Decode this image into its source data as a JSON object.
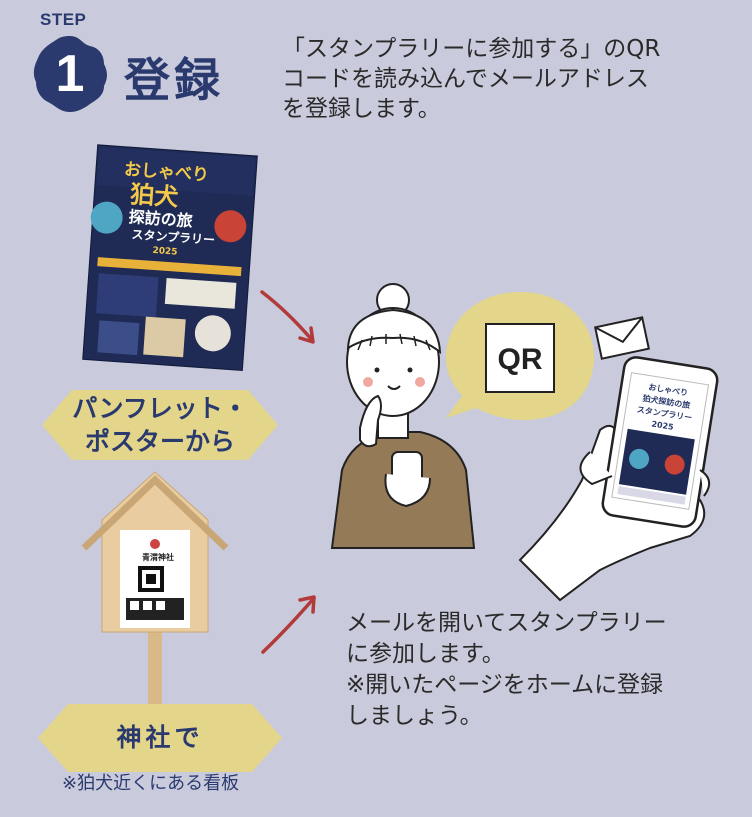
{
  "step": {
    "label": "STEP",
    "number": "1",
    "title": "登録"
  },
  "intro": {
    "lines": [
      "「スタンプラリーに参加する」のQR",
      "コードを読み込んでメールアドレス",
      "を登録します。"
    ]
  },
  "poster": {
    "lines": [
      "おしゃべり",
      "狛犬",
      "探訪の旅",
      "スタンプラリー",
      "2025"
    ]
  },
  "sources": {
    "pamphlet_lines": [
      "パンフレット・",
      "ポスターから"
    ],
    "shrine_label": "神社で",
    "shrine_note": "※狛犬近くにある看板"
  },
  "sign": {
    "shrine_name": "青渭神社"
  },
  "speech": {
    "qr": "QR"
  },
  "phone_screen": {
    "lines": [
      "おしゃべり",
      "狛犬探訪の旅",
      "スタンプラリー",
      "2025"
    ]
  },
  "instruction": {
    "lines": [
      "メールを開いてスタンプラリー",
      "に参加します。",
      "※開いたページをホームに登録",
      "しましょう。"
    ]
  },
  "colors": {
    "background": "#c9cbdc",
    "navy": "#2b3a6e",
    "gold": "#e3d58a",
    "arrow_red": "#b23a3a",
    "shirt": "#957a58"
  }
}
